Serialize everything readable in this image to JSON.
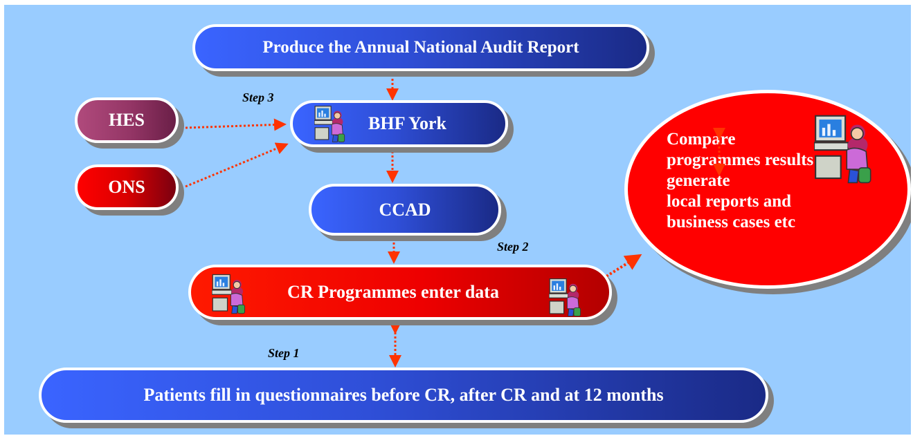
{
  "nodes": {
    "report": "Produce the Annual National Audit Report",
    "bhf": "BHF York",
    "hes": "HES",
    "ons": "ONS",
    "ccad": "CCAD",
    "cr": "CR Programmes enter data",
    "patients": "Patients fill in questionnaires before CR, after CR and at 12 months",
    "compare_lines": [
      "Compare",
      "programmes results",
      "generate",
      "local reports and",
      "business cases etc"
    ]
  },
  "steps": {
    "step1": "Step 1",
    "step2": "Step 2",
    "step3": "Step 3"
  },
  "colors": {
    "background": "#99ccff",
    "blue_node": "#2f4fd8",
    "red_node": "#ff0000",
    "hes_node": "#933565",
    "arrow": "#ff3300",
    "shadow": "#7f7f7f"
  },
  "icons": [
    "computer-user-icon"
  ]
}
